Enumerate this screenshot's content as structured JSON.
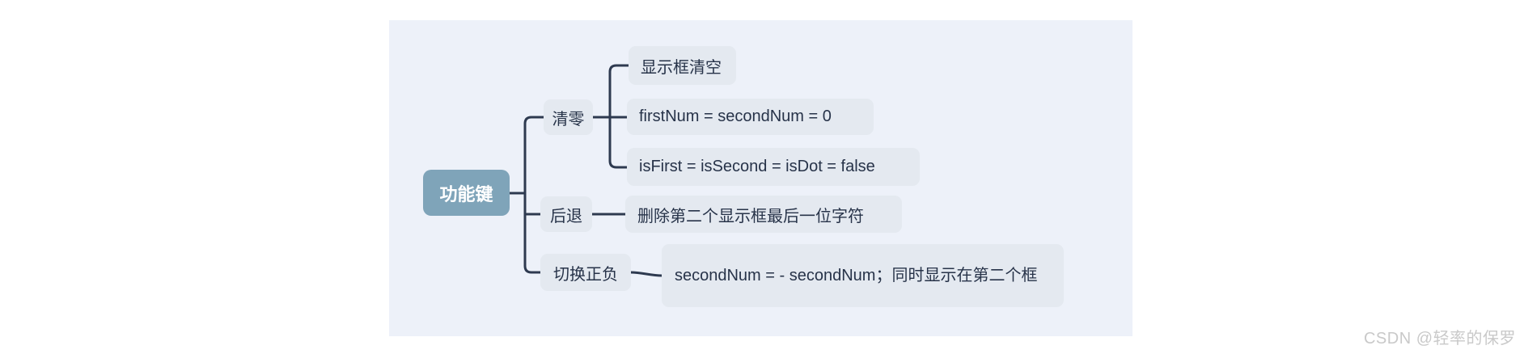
{
  "mindmap": {
    "root": {
      "label": "功能键"
    },
    "branches": [
      {
        "label": "清零",
        "children": [
          {
            "label": "显示框清空"
          },
          {
            "label": "firstNum = secondNum = 0"
          },
          {
            "label": "isFirst = isSecond = isDot = false"
          }
        ]
      },
      {
        "label": "后退",
        "children": [
          {
            "label": "删除第二个显示框最后一位字符"
          }
        ]
      },
      {
        "label": "切换正负",
        "children": [
          {
            "label": "secondNum = - secondNum；同时显示在第二个框"
          }
        ]
      }
    ]
  },
  "watermark": {
    "text": "CSDN @轻率的保罗"
  },
  "colors": {
    "canvas_bg": "#edf1f9",
    "node_bg": "#e4e9f0",
    "root_node_bg": "#7fa4b9",
    "root_node_text": "#ffffff",
    "node_text": "#273349",
    "connector": "#2e3a50",
    "watermark_text": "#c9c9c9"
  }
}
